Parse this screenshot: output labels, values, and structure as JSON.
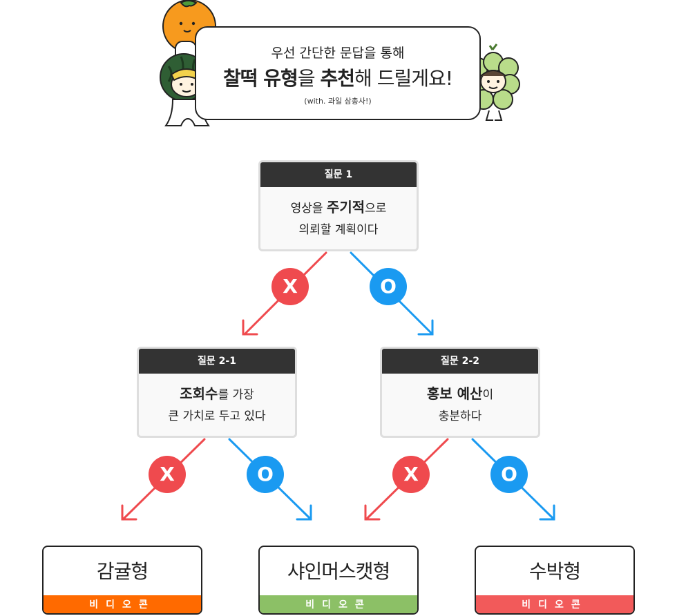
{
  "intro": {
    "line1": "우선 간단한 문답을 통해",
    "line2_bold_a": "찰떡 유형",
    "line2_mid": "을 ",
    "line2_bold_b": "추천",
    "line2_end": "해 드릴게요!",
    "line3": "(with. 과일 삼총사!)"
  },
  "q1": {
    "title": "질문 1",
    "body_pre": "영상을 ",
    "body_bold": "주기적",
    "body_post": "으로",
    "body_line2": "의뢰할 계획이다"
  },
  "q21": {
    "title": "질문 2-1",
    "body_bold": "조회수",
    "body_post": "를 가장",
    "body_line2": "큰 가치로 두고 있다"
  },
  "q22": {
    "title": "질문 2-2",
    "body_bold": "홍보 예산",
    "body_post": "이",
    "body_line2": "충분하다"
  },
  "answers": {
    "no": "X",
    "yes": "O"
  },
  "results": [
    {
      "name": "감귤형",
      "label": "비디오콘",
      "color": "#ff6a00"
    },
    {
      "name": "샤인머스캣형",
      "label": "비디오콘",
      "color": "#8cc066"
    },
    {
      "name": "수박형",
      "label": "비디오콘",
      "color": "#f25a5a"
    }
  ],
  "colors": {
    "no": "#ef4a4e",
    "yes": "#1a9af1",
    "header": "#333333"
  },
  "mascots": [
    "tangerine-mascot",
    "watermelon-mascot",
    "grape-mascot"
  ]
}
